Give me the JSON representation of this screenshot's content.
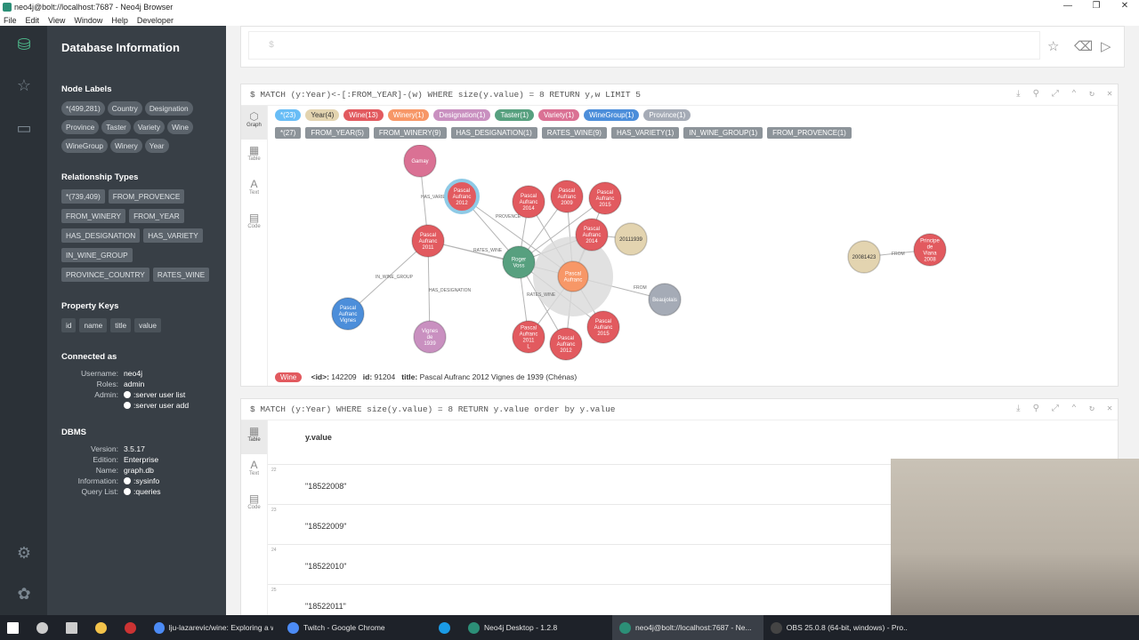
{
  "window": {
    "title": "neo4j@bolt://localhost:7687 - Neo4j Browser",
    "controls": [
      "—",
      "❐",
      "✕"
    ]
  },
  "menu": [
    "File",
    "Edit",
    "View",
    "Window",
    "Help",
    "Developer"
  ],
  "sidebar": {
    "title": "Database Information",
    "node_labels_title": "Node Labels",
    "node_labels": [
      "*(499,281)",
      "Country",
      "Designation",
      "Province",
      "Taster",
      "Variety",
      "Wine",
      "WineGroup",
      "Winery",
      "Year"
    ],
    "rel_types_title": "Relationship Types",
    "rel_types": [
      "*(739,409)",
      "FROM_PROVENCE",
      "FROM_WINERY",
      "FROM_YEAR",
      "HAS_DESIGNATION",
      "HAS_VARIETY",
      "IN_WINE_GROUP",
      "PROVINCE_COUNTRY",
      "RATES_WINE"
    ],
    "prop_keys_title": "Property Keys",
    "prop_keys": [
      "id",
      "name",
      "title",
      "value"
    ],
    "connected_title": "Connected as",
    "connected": [
      {
        "k": "Username:",
        "v": "neo4j"
      },
      {
        "k": "Roles:",
        "v": "admin"
      },
      {
        "k": "Admin:",
        "v": ":server user list"
      },
      {
        "k": "",
        "v": ":server user add"
      }
    ],
    "dbms_title": "DBMS",
    "dbms": [
      {
        "k": "Version:",
        "v": "3.5.17"
      },
      {
        "k": "Edition:",
        "v": "Enterprise"
      },
      {
        "k": "Name:",
        "v": "graph.db"
      },
      {
        "k": "Information:",
        "v": ":sysinfo"
      },
      {
        "k": "Query List:",
        "v": ":queries"
      }
    ]
  },
  "editor": {
    "prompt": "$"
  },
  "frame1": {
    "query": "$ MATCH (y:Year)<-[:FROM_YEAR]-(w) WHERE size(y.value) = 8 RETURN y,w LIMIT 5",
    "tabs": [
      "Graph",
      "Table",
      "Text",
      "Code"
    ],
    "node_pills": [
      {
        "label": "*(23)",
        "color": "#68bdf6",
        "fg": "#ffffff"
      },
      {
        "label": "Year(4)",
        "color": "#e3d4b0",
        "fg": "#333333"
      },
      {
        "label": "Wine(13)",
        "color": "#e25a5f",
        "fg": "#ffffff"
      },
      {
        "label": "Winery(1)",
        "color": "#f79767",
        "fg": "#ffffff"
      },
      {
        "label": "Designation(1)",
        "color": "#c990c0",
        "fg": "#ffffff"
      },
      {
        "label": "Taster(1)",
        "color": "#57a07f",
        "fg": "#ffffff"
      },
      {
        "label": "Variety(1)",
        "color": "#da7194",
        "fg": "#ffffff"
      },
      {
        "label": "WineGroup(1)",
        "color": "#4c8eda",
        "fg": "#ffffff"
      },
      {
        "label": "Province(1)",
        "color": "#a5abb6",
        "fg": "#ffffff"
      }
    ],
    "rel_pills": [
      "*(27)",
      "FROM_YEAR(5)",
      "FROM_WINERY(9)",
      "HAS_DESIGNATION(1)",
      "RATES_WINE(9)",
      "HAS_VARIETY(1)",
      "IN_WINE_GROUP(1)",
      "FROM_PROVENCE(1)"
    ],
    "nodes": [
      {
        "label": "Gamay",
        "color": "#da7194"
      },
      {
        "label": "Pascal Aufranc 2012",
        "color": "#e25a5f"
      },
      {
        "label": "Pascal Aufranc 2014",
        "color": "#e25a5f"
      },
      {
        "label": "Pascal Aufranc 2009",
        "color": "#e25a5f"
      },
      {
        "label": "Pascal Aufranc 2015",
        "color": "#e25a5f"
      },
      {
        "label": "Pascal Aufranc 2011",
        "color": "#e25a5f"
      },
      {
        "label": "Pascal Aufranc 2014",
        "color": "#e25a5f"
      },
      {
        "label": "20111939",
        "color": "#e3d4b0"
      },
      {
        "label": "Roger Voss",
        "color": "#57a07f"
      },
      {
        "label": "Pascal Aufranc",
        "color": "#f79767"
      },
      {
        "label": "Beaujolais",
        "color": "#a5abb6"
      },
      {
        "label": "Pascal Aufranc Vignes",
        "color": "#4c8eda"
      },
      {
        "label": "Vignes de 1939",
        "color": "#c990c0"
      },
      {
        "label": "Pascal Aufranc 2011 L",
        "color": "#e25a5f"
      },
      {
        "label": "Pascal Aufranc 2012",
        "color": "#e25a5f"
      },
      {
        "label": "Pascal Aufranc 2015",
        "color": "#e25a5f"
      },
      {
        "label": "20081423",
        "color": "#e3d4b0"
      },
      {
        "label": "Principe de Viana 2008",
        "color": "#e25a5f"
      }
    ],
    "edge_labels": [
      "HAS_VARIETY",
      "IN_WINE_GROUP",
      "HAS_DESIGNATION",
      "RATES_WINE",
      "FROM",
      "PROVENCE",
      "RATES_WINE",
      "FROM"
    ],
    "footer": {
      "tag": "Wine",
      "k1": "<id>:",
      "v1": "142209",
      "k2": "id:",
      "v2": "91204",
      "k3": "title:",
      "v3": "Pascal Aufranc 2012 Vignes de 1939 (Chénas)"
    }
  },
  "frame2": {
    "query": "$ MATCH (y:Year) WHERE size(y.value) = 8 RETURN y.value order by y.value",
    "tabs": [
      "Table",
      "Text",
      "Code"
    ],
    "column": "y.value",
    "rows": [
      {
        "n": "22",
        "v": "\"18522008\""
      },
      {
        "n": "23",
        "v": "\"18522009\""
      },
      {
        "n": "24",
        "v": "\"18522010\""
      },
      {
        "n": "25",
        "v": "\"18522011\""
      }
    ]
  },
  "taskbar": [
    {
      "label": "",
      "icon": "windows-icon"
    },
    {
      "label": "",
      "icon": "search-icon"
    },
    {
      "label": "",
      "icon": "task-view-icon"
    },
    {
      "label": "",
      "icon": "explorer-icon"
    },
    {
      "label": "",
      "icon": "app-icon"
    },
    {
      "label": "lju-lazarevic/wine: Exploring a wi...",
      "icon": "chrome-icon"
    },
    {
      "label": "Twitch - Google Chrome",
      "icon": "chrome-icon"
    },
    {
      "label": "",
      "icon": "skype-icon"
    },
    {
      "label": "Neo4j Desktop - 1.2.8",
      "icon": "neo4j-icon"
    },
    {
      "label": "neo4j@bolt://localhost:7687 - Ne...",
      "icon": "neo4j-icon"
    },
    {
      "label": "OBS 25.0.8 (64-bit, windows) - Pro...",
      "icon": "obs-icon"
    }
  ]
}
